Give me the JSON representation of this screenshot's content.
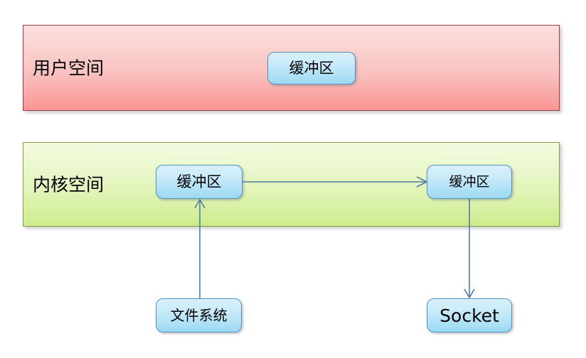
{
  "diagram": {
    "title": "zero-copy buffer flow diagram",
    "zones": [
      {
        "id": "user-space",
        "label": "用户空间",
        "fill_top": "#fbdfdf",
        "fill_bottom": "#f89593",
        "border": "#a03a46"
      },
      {
        "id": "kernel-space",
        "label": "内核空间",
        "fill_top": "#f2fadf",
        "fill_bottom": "#cdec8c",
        "border": "#8d9b3f"
      }
    ],
    "nodes": [
      {
        "id": "user-buffer",
        "label": "缓冲区"
      },
      {
        "id": "kernel-file-buffer",
        "label": "缓冲区"
      },
      {
        "id": "kernel-sock-buffer",
        "label": "缓冲区"
      },
      {
        "id": "file-system",
        "label": "文件系统"
      },
      {
        "id": "socket",
        "label": "Socket"
      }
    ],
    "connectors": [
      {
        "id": "filesystem-to-kernel-buffer",
        "from": "file-system",
        "to": "kernel-file-buffer",
        "direction": "up",
        "arrowhead": "open"
      },
      {
        "id": "kernel-buffer-to-sock-buffer",
        "from": "kernel-file-buffer",
        "to": "kernel-sock-buffer",
        "direction": "right",
        "arrowhead": "open"
      },
      {
        "id": "sock-buffer-to-socket",
        "from": "kernel-sock-buffer",
        "to": "socket",
        "direction": "down",
        "arrowhead": "open"
      }
    ],
    "colors": {
      "connector_stroke": "#4a7fa5",
      "node_border": "#4f93c6",
      "node_fill_top": "#d8f1fb",
      "node_fill_bottom": "#9dd9f3",
      "text": "#000000",
      "background": "#ffffff"
    }
  }
}
